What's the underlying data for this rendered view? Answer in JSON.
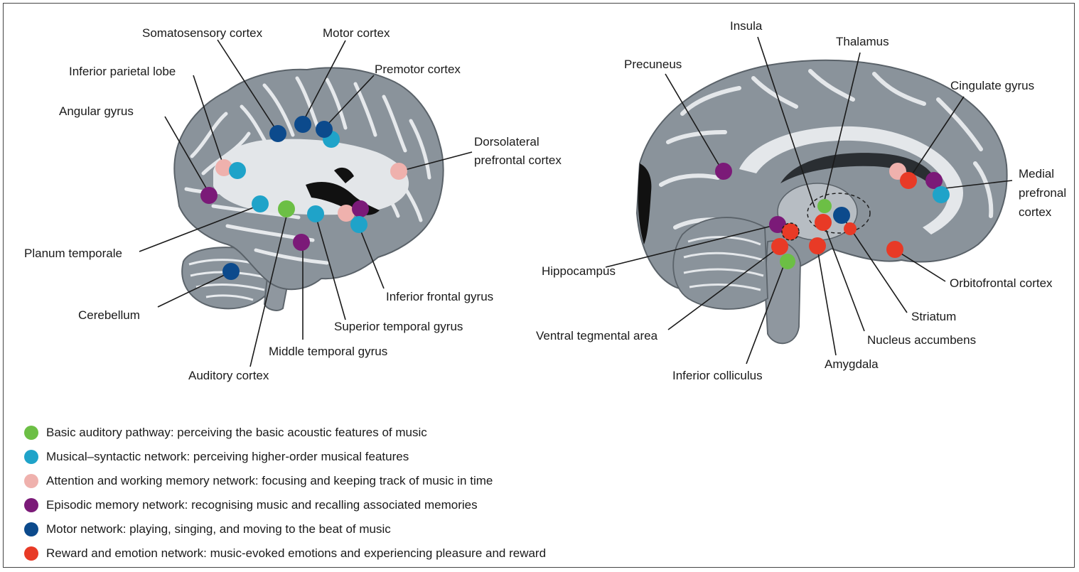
{
  "colors": {
    "basic_auditory": "#6cbf45",
    "musical_syntactic": "#1fa3c9",
    "attention": "#efb1ad",
    "episodic": "#7b1a78",
    "motor": "#0c4a8c",
    "reward": "#e83a26"
  },
  "left_brain_labels": {
    "somatosensory": "Somatosensory cortex",
    "motor_cortex": "Motor cortex",
    "inferior_parietal": "Inferior parietal lobe",
    "premotor": "Premotor cortex",
    "angular": "Angular gyrus",
    "dlpfc_line1": "Dorsolateral",
    "dlpfc_line2": "prefrontal cortex",
    "planum": "Planum temporale",
    "cerebellum": "Cerebellum",
    "inferior_frontal": "Inferior frontal gyrus",
    "superior_temporal": "Superior temporal gyrus",
    "middle_temporal": "Middle temporal gyrus",
    "auditory": "Auditory cortex"
  },
  "right_brain_labels": {
    "insula": "Insula",
    "thalamus": "Thalamus",
    "precuneus": "Precuneus",
    "cingulate": "Cingulate gyrus",
    "medial_line1": "Medial",
    "medial_line2": "prefronal",
    "medial_line3": "cortex",
    "hippocampus": "Hippocampus",
    "orbitofrontal": "Orbitofrontal cortex",
    "striatum": "Striatum",
    "vta": "Ventral tegmental area",
    "nucleus_accumbens": "Nucleus accumbens",
    "amygdala": "Amygdala",
    "inferior_colliculus": "Inferior colliculus"
  },
  "legend": [
    {
      "color": "#6cbf45",
      "text": "Basic auditory pathway: perceiving the basic acoustic features of music"
    },
    {
      "color": "#1fa3c9",
      "text": "Musical–syntactic network: perceiving higher-order musical features"
    },
    {
      "color": "#efb1ad",
      "text": "Attention and working memory network: focusing and keeping track of music in time"
    },
    {
      "color": "#7b1a78",
      "text": "Episodic memory network: recognising music and recalling associated memories"
    },
    {
      "color": "#0c4a8c",
      "text": "Motor network: playing, singing, and moving to the beat of music"
    },
    {
      "color": "#e83a26",
      "text": "Reward and emotion network: music-evoked emotions and experiencing pleasure and reward"
    }
  ]
}
